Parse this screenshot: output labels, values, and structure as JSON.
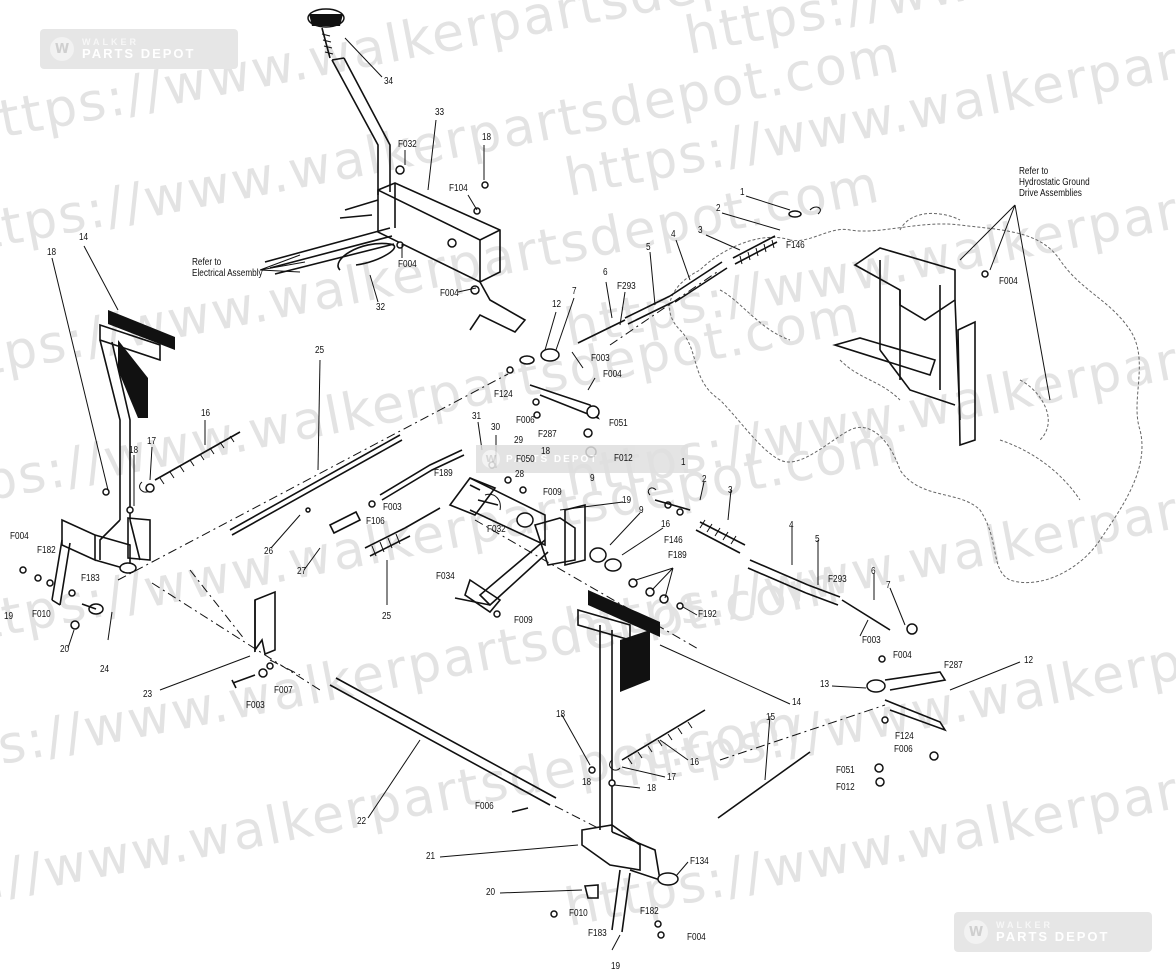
{
  "watermark": {
    "text": "https://www.walkerpartsdepot.com",
    "badge_top": "WALKER",
    "badge_bottom": "PARTS DEPOT",
    "logo_letter": "W"
  },
  "notes": {
    "electrical": "Refer to\nElectrical Assembly",
    "hydrostatic": "Refer to\nHydrostatic Ground\nDrive Assemblies"
  },
  "callouts": {
    "c1": "34",
    "c2": "33",
    "c3": "F032",
    "c4": "18",
    "c5": "F104",
    "c6": "F004",
    "c7": "F004",
    "c8": "32",
    "c9": "1",
    "c10": "2",
    "c11": "3",
    "c12": "F146",
    "c13": "4",
    "c14": "5",
    "c15": "6",
    "c16": "F293",
    "c17": "7",
    "c18": "12",
    "c19": "F003",
    "c20": "F004",
    "c21": "F124",
    "c22": "F006",
    "c23": "F287",
    "c24": "F051",
    "c25": "18",
    "c26": "F012",
    "c27": "14",
    "c28": "18",
    "c29": "25",
    "c30": "16",
    "c31": "17",
    "c32": "18",
    "c33": "F004",
    "c34": "F182",
    "c35": "F183",
    "c36": "19",
    "c37": "F010",
    "c38": "20",
    "c39": "24",
    "c40": "31",
    "c41": "30",
    "c42": "29",
    "c43": "F050",
    "c44": "28",
    "c45": "F009",
    "c46": "F189",
    "c47": "F003",
    "c48": "F106",
    "c49": "26",
    "c50": "27",
    "c51": "25",
    "c52": "F032",
    "c53": "F034",
    "c54": "F009",
    "c55": "9",
    "c56": "19",
    "c57": "9",
    "c58": "1",
    "c59": "2",
    "c60": "3",
    "c61": "16",
    "c62": "F146",
    "c63": "F189",
    "c64": "F192",
    "c65": "4",
    "c66": "5",
    "c67": "F293",
    "c68": "6",
    "c69": "7",
    "c70": "F003",
    "c71": "F004",
    "c72": "F287",
    "c73": "12",
    "c74": "13",
    "c75": "14",
    "c76": "F124",
    "c77": "F006",
    "c78": "F051",
    "c79": "F012",
    "c80": "23",
    "c81": "F003",
    "c82": "F007",
    "c83": "22",
    "c84": "F006",
    "c85": "15",
    "c86": "18",
    "c87": "16",
    "c88": "17",
    "c89": "18",
    "c90": "21",
    "c91": "F134",
    "c92": "20",
    "c93": "F010",
    "c94": "F183",
    "c95": "F182",
    "c96": "F004",
    "c97": "19",
    "c98": "F004",
    "c99": "18"
  }
}
